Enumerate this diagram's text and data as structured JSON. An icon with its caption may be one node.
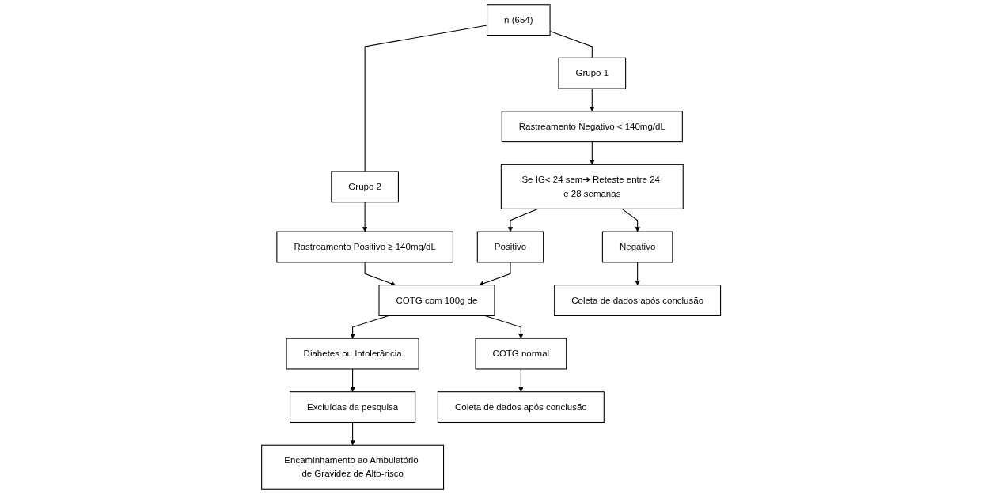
{
  "diagram": {
    "nodes": [
      {
        "text": [
          "n (654)"
        ]
      },
      {
        "text": [
          "Grupo 1"
        ]
      },
      {
        "text": [
          "Grupo 2"
        ]
      },
      {
        "text": [
          "Rastreamento Negativo < 140mg/dL"
        ]
      },
      {
        "text": [
          "Rastreamento Positivo ≥ 140mg/dL"
        ]
      },
      {
        "text": [
          "Se IG< 24 sem➔ Reteste entre 24 e 28 semanas"
        ]
      },
      {
        "text": [
          "Positivo"
        ]
      },
      {
        "text": [
          "COTG com 100g de"
        ]
      },
      {
        "text": [
          "Negativo"
        ]
      },
      {
        "text": [
          "Diabetes ou Intolerância"
        ]
      },
      {
        "text": [
          "COTG normal"
        ]
      },
      {
        "text": [
          "Coleta de dados após conclusão"
        ]
      },
      {
        "text": [
          "Excluídas da pesquisa"
        ]
      },
      {
        "text": [
          "Encaminhamento ao Ambulatório de Gravidez de Alto-risco"
        ]
      },
      {
        "text": [
          "Coleta de dados após conclusão"
        ]
      }
    ],
    "edges": [
      {
        "from": 0,
        "to": 1,
        "arrow": "none"
      },
      {
        "from": 0,
        "to": 2,
        "arrow": "none"
      },
      {
        "from": 1,
        "to": 3,
        "arrow": "to"
      },
      {
        "from": 2,
        "to": 4,
        "arrow": "to"
      },
      {
        "from": 3,
        "to": 5,
        "arrow": "to"
      },
      {
        "from": 4,
        "to": 7,
        "arrow": "to"
      },
      {
        "from": 5,
        "to": 6,
        "arrow": "to"
      },
      {
        "from": 6,
        "to": 7,
        "arrow": "to"
      },
      {
        "from": 5,
        "to": 8,
        "arrow": "to"
      },
      {
        "from": 7,
        "to": 9,
        "arrow": "to"
      },
      {
        "from": 7,
        "to": 10,
        "arrow": "to"
      },
      {
        "from": 8,
        "to": 11,
        "arrow": "to"
      },
      {
        "from": 9,
        "to": 12,
        "arrow": "to"
      },
      {
        "from": 12,
        "to": 13,
        "arrow": "to"
      },
      {
        "from": 10,
        "to": 14,
        "arrow": "to"
      }
    ]
  }
}
